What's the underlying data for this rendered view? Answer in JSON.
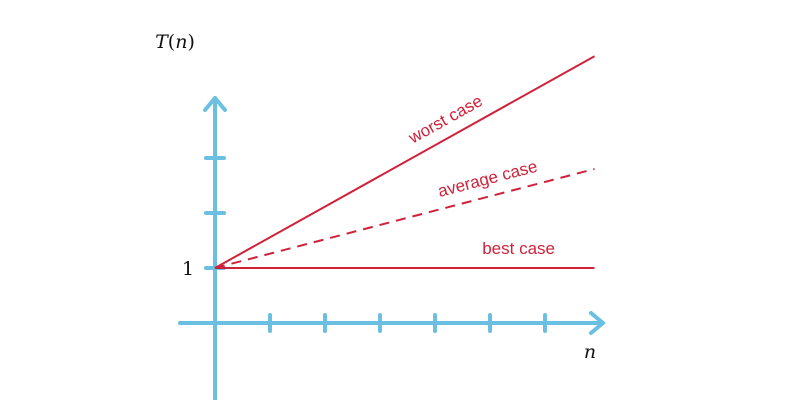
{
  "colors": {
    "axis": "#6bbfe0",
    "series": "#d0213a",
    "text": "#111111"
  },
  "chart_data": {
    "type": "line",
    "title": "",
    "xlabel": "n",
    "ylabel": "T(n)",
    "xlim": [
      0,
      7
    ],
    "ylim": [
      -1,
      4
    ],
    "x_ticks": [
      1,
      2,
      3,
      4,
      5,
      6
    ],
    "y_ticks": [
      1,
      2,
      3
    ],
    "y_tick_labels": [
      {
        "value": 1,
        "label": "1"
      }
    ],
    "grid": false,
    "series": [
      {
        "name": "worst case",
        "style": "solid",
        "x": [
          0,
          6.9
        ],
        "y": [
          1,
          4.85
        ]
      },
      {
        "name": "average case",
        "style": "dashed",
        "x": [
          0,
          6.9
        ],
        "y": [
          1,
          2.8
        ]
      },
      {
        "name": "best case",
        "style": "solid",
        "x": [
          0,
          6.9
        ],
        "y": [
          1,
          1
        ]
      }
    ]
  }
}
